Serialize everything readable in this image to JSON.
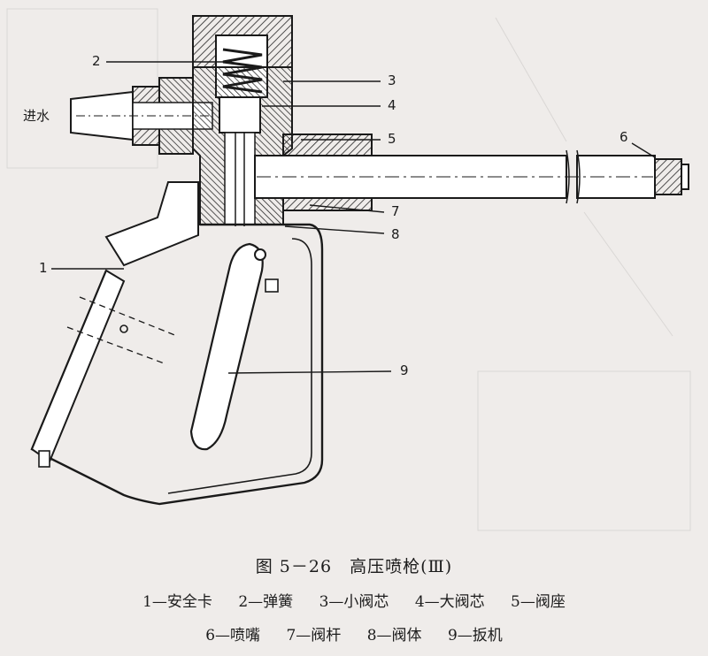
{
  "figure": {
    "caption": "图 5－26　高压喷枪(Ⅲ)",
    "inlet_label": "进水",
    "callouts": [
      "1",
      "2",
      "3",
      "4",
      "5",
      "6",
      "7",
      "8",
      "9"
    ]
  },
  "legend": {
    "row1": [
      "1—安全卡",
      "2—弹簧",
      "3—小阀芯",
      "4—大阀芯",
      "5—阀座"
    ],
    "row2": [
      "6—喷嘴",
      "7—阀杆",
      "8—阀体",
      "9—扳机"
    ]
  }
}
